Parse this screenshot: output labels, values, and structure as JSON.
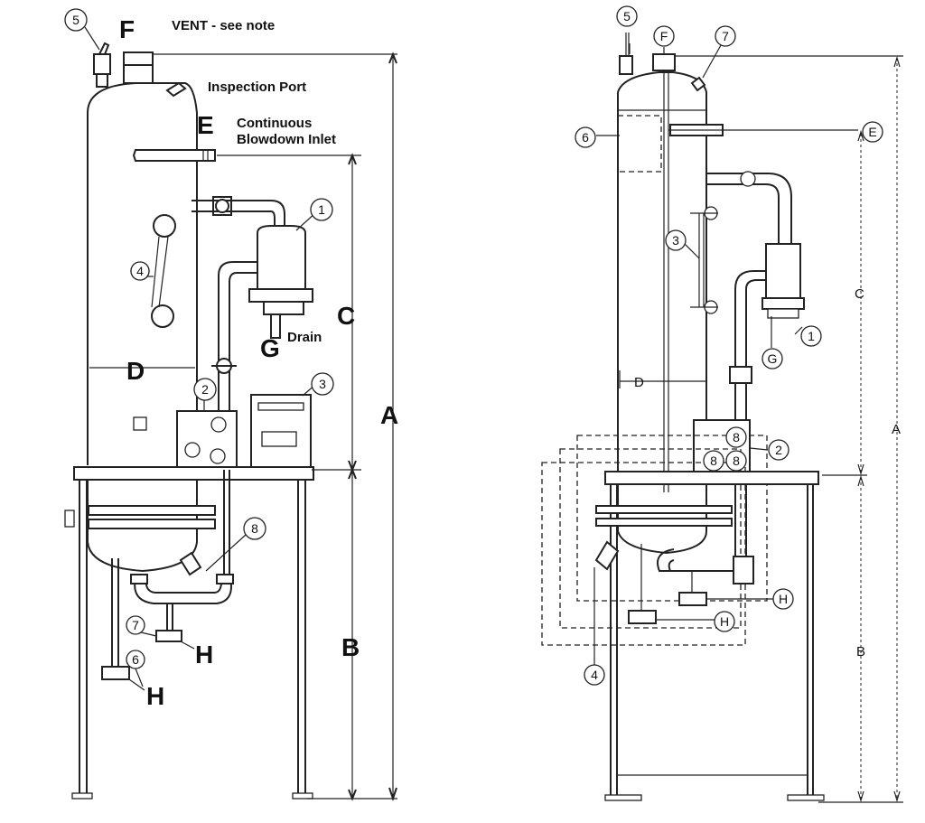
{
  "left_view": {
    "letters": {
      "A": "A",
      "B": "B",
      "C": "C",
      "D": "D",
      "E": "E",
      "F": "F",
      "G": "G",
      "H1": "H",
      "H2": "H"
    },
    "notes": {
      "vent": "VENT - see note",
      "inspection_port": "Inspection Port",
      "blowdown_line1": "Continuous",
      "blowdown_line2": "Blowdown Inlet",
      "drain": "Drain"
    },
    "numbers": {
      "n1": "1",
      "n2": "2",
      "n3": "3",
      "n4": "4",
      "n5": "5",
      "n6": "6",
      "n7": "7",
      "n8": "8"
    }
  },
  "right_view": {
    "letters": {
      "A": "A",
      "B": "B",
      "C": "C",
      "D": "D",
      "E": "E",
      "F": "F",
      "G": "G",
      "H1": "H",
      "H2": "H"
    },
    "numbers": {
      "n1": "1",
      "n2": "2",
      "n3": "3",
      "n4": "4",
      "n5": "5",
      "n6": "6",
      "n7": "7",
      "n8a": "8",
      "n8b": "8",
      "n8c": "8"
    }
  }
}
